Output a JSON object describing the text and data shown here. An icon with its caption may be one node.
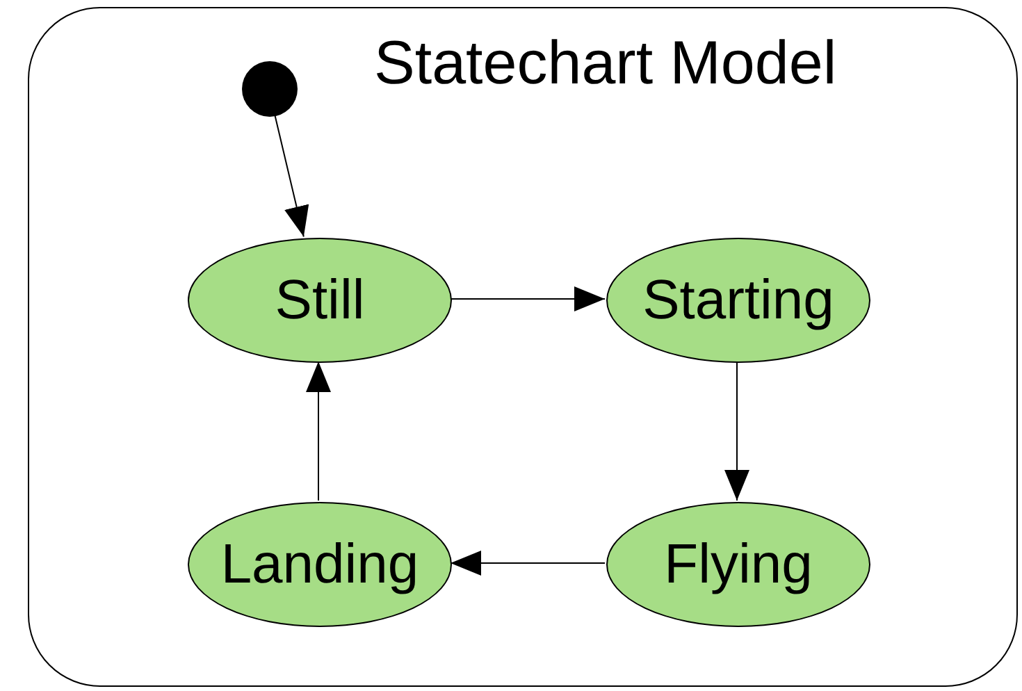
{
  "diagram": {
    "nodes": [
      {
        "text": [
          "Statechart Model"
        ]
      },
      {
        "text": [],
        "shape": "circle",
        "in": 0
      },
      {
        "text": [
          "Still"
        ],
        "in": 0
      },
      {
        "text": [
          "Starting"
        ],
        "in": 0
      },
      {
        "text": [
          "Flying"
        ],
        "in": 0
      },
      {
        "text": [
          "Landing"
        ],
        "in": 0
      }
    ],
    "edges": [
      {
        "from": 1,
        "to": 2,
        "arrow": "to"
      },
      {
        "from": 2,
        "to": 3,
        "arrow": "to"
      },
      {
        "from": 3,
        "to": 4,
        "arrow": "to"
      },
      {
        "from": 4,
        "to": 5,
        "arrow": "to"
      },
      {
        "from": 5,
        "to": 2,
        "arrow": "to"
      }
    ]
  }
}
